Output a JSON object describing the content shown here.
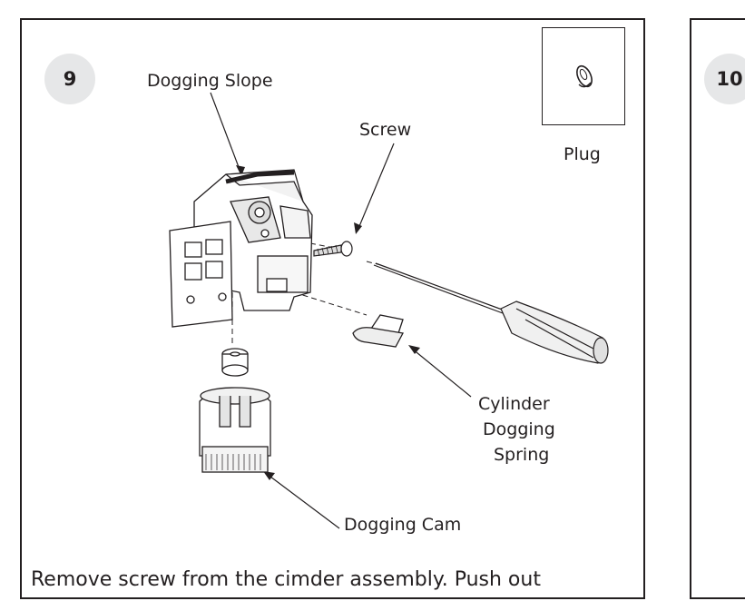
{
  "step9": {
    "number": "9",
    "labels": {
      "dogging_slope": "Dogging Slope",
      "screw": "Screw",
      "plug": "Plug",
      "cylinder_spring_1": "Cylinder",
      "cylinder_spring_2": "Dogging",
      "cylinder_spring_3": "Spring",
      "dogging_cam": "Dogging Cam"
    },
    "caption": "Remove screw from the cimder assembly. Push out"
  },
  "step10": {
    "number": "10"
  }
}
